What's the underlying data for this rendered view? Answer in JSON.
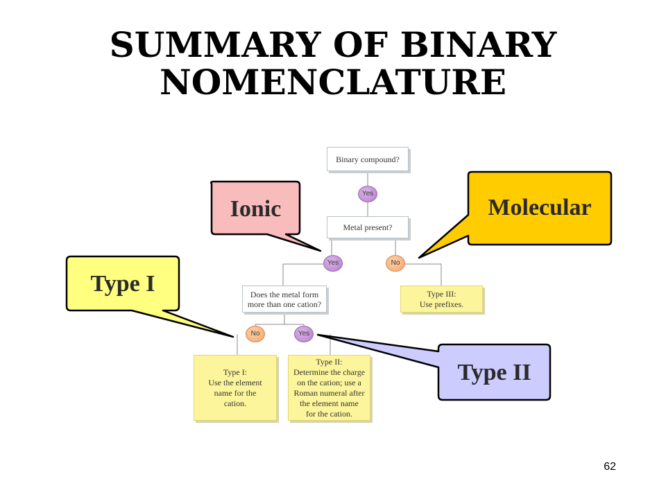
{
  "slide": {
    "title_line1": "SUMMARY OF BINARY",
    "title_line2": "NOMENCLATURE",
    "page_number": "62"
  },
  "flowchart": {
    "q_binary": "Binary compound?",
    "q_metal": "Metal present?",
    "q_cation_line1": "Does the metal form",
    "q_cation_line2": "more than one cation?",
    "yes": "Yes",
    "no": "No",
    "type3_line1": "Type III:",
    "type3_line2": "Use prefixes.",
    "type1_lines": [
      "Type I:",
      "Use the element",
      "name for the",
      "cation."
    ],
    "type2_lines": [
      "Type II:",
      "Determine the charge",
      "on the cation; use a",
      "Roman numeral after",
      "the element name",
      "for the cation."
    ]
  },
  "callouts": {
    "ionic": "Ionic",
    "molecular": "Molecular",
    "type1": "Type I",
    "type2": "Type II"
  },
  "colors": {
    "ionic_fill": "#f9bcbd",
    "molecular_fill": "#ffcc00",
    "type1_fill": "#ffff80",
    "type2_fill": "#ccccff",
    "answer_box_fill": "#fdf59c",
    "yes_circle": "#c48fd6",
    "no_circle": "#f7b07a"
  }
}
